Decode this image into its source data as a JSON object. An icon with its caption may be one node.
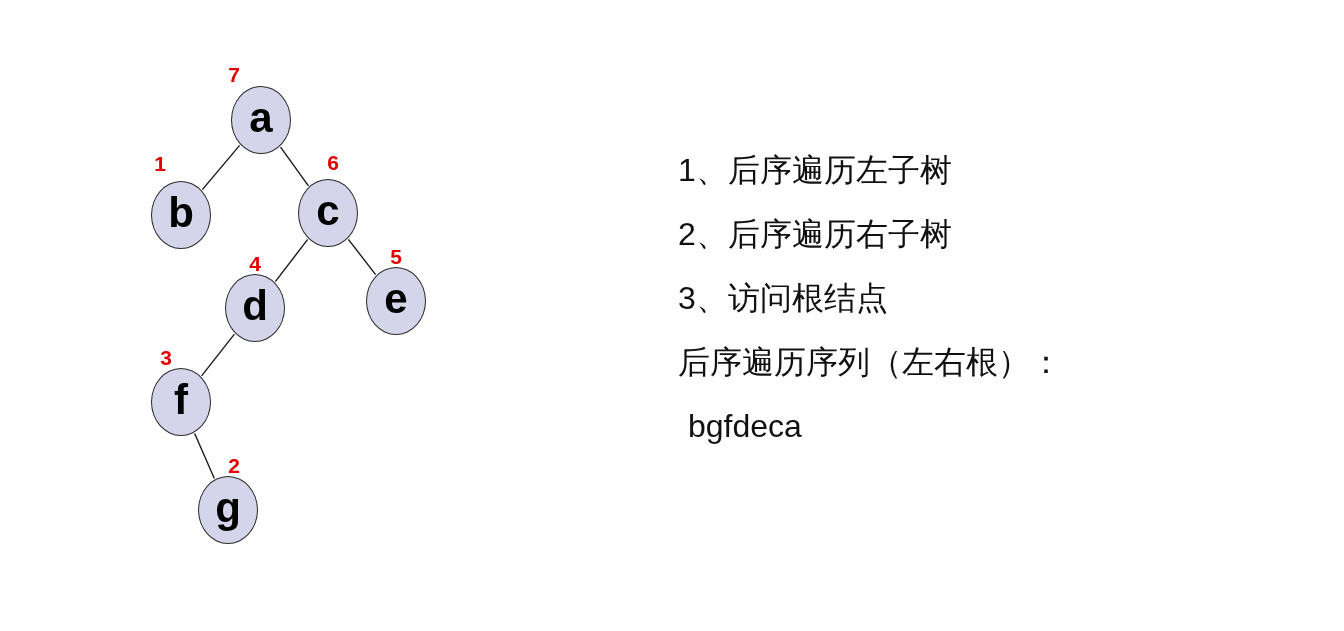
{
  "diagram": {
    "nodes": [
      {
        "text": [
          "a"
        ],
        "beside": [
          "7"
        ]
      },
      {
        "text": [
          "b"
        ],
        "beside": [
          "1"
        ]
      },
      {
        "text": [
          "c"
        ],
        "beside": [
          "6"
        ]
      },
      {
        "text": [
          "d"
        ],
        "beside": [
          "4"
        ]
      },
      {
        "text": [
          "e"
        ],
        "beside": [
          "5"
        ]
      },
      {
        "text": [
          "f"
        ],
        "beside": [
          "3"
        ]
      },
      {
        "text": [
          "g"
        ],
        "beside": [
          "2"
        ]
      }
    ],
    "edges": [
      {
        "from": 0,
        "to": 1,
        "arrow": "none"
      },
      {
        "from": 0,
        "to": 2,
        "arrow": "none"
      },
      {
        "from": 2,
        "to": 3,
        "arrow": "none"
      },
      {
        "from": 2,
        "to": 4,
        "arrow": "none"
      },
      {
        "from": 3,
        "to": 5,
        "arrow": "none"
      },
      {
        "from": 5,
        "to": 6,
        "arrow": "none"
      }
    ],
    "labels": [
      "1、后序遍历左子树",
      "2、后序遍历右子树",
      "3、访问根结点",
      "后序遍历序列（左右根）：",
      "bgfdeca"
    ]
  }
}
